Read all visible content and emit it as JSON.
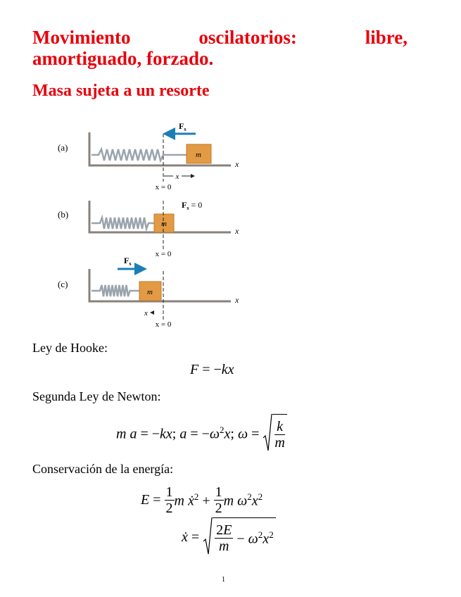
{
  "title": {
    "line1_words": [
      "Movimiento",
      "oscilatorios:",
      "libre,"
    ],
    "line2": "amortiguado, forzado."
  },
  "section": "Masa sujeta a un resorte",
  "figure": {
    "panels": [
      {
        "label": "(a)",
        "force_label": "F",
        "force_sub": "s",
        "origin_label": "x = 0",
        "disp_label": "x",
        "mass": "m",
        "axis": "x"
      },
      {
        "label": "(b)",
        "force_label": "F",
        "force_sub": "s",
        "force_value": "= 0",
        "origin_label": "x = 0",
        "mass": "m",
        "axis": "x"
      },
      {
        "label": "(c)",
        "force_label": "F",
        "force_sub": "s",
        "origin_label": "x = 0",
        "disp_label": "x",
        "mass": "m",
        "axis": "x"
      }
    ],
    "colors": {
      "arrow": "#1a7fb5",
      "mass": "#e39a45",
      "spring": "#9aa4ad",
      "floor": "#8a817b"
    }
  },
  "texts": {
    "hooke": "Ley de Hooke:",
    "newton": "Segunda Ley de Newton:",
    "energy": "Conservación de la energía:"
  },
  "page_number": "1"
}
